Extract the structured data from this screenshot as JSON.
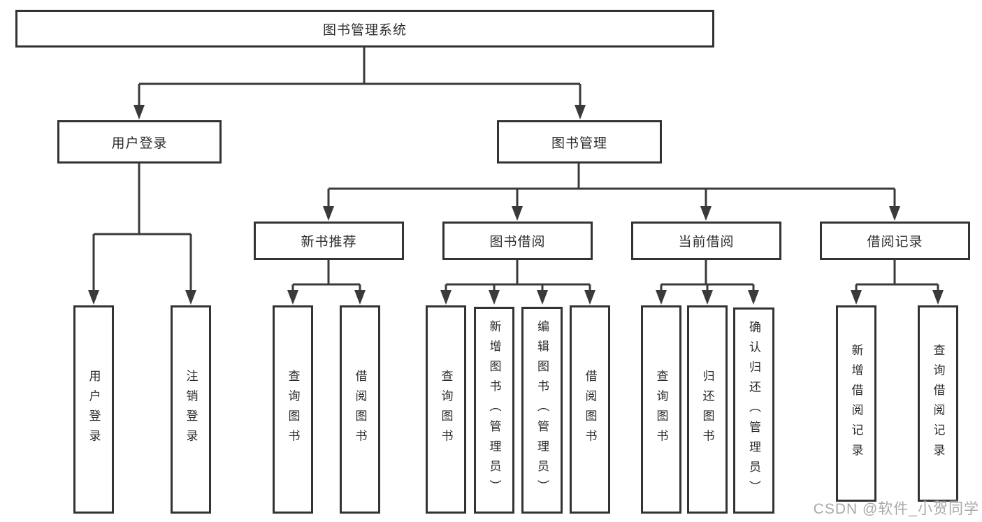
{
  "title": "图书管理系统",
  "tree": {
    "root": "图书管理系统",
    "branches": [
      {
        "label": "用户登录",
        "children": [
          "用户登录",
          "注销登录"
        ]
      },
      {
        "label": "图书管理",
        "groups": [
          {
            "label": "新书推荐",
            "children": [
              "查询图书",
              "借阅图书"
            ]
          },
          {
            "label": "图书借阅",
            "children": [
              "查询图书",
              "新增图书（管理员）",
              "编辑图书（管理员）",
              "借阅图书"
            ]
          },
          {
            "label": "当前借阅",
            "children": [
              "查询图书",
              "归还图书",
              "确认归还（管理员）"
            ]
          },
          {
            "label": "借阅记录",
            "children": [
              "新增借阅记录",
              "查询借阅记录"
            ]
          }
        ]
      }
    ]
  },
  "watermark": "CSDN @软件_小贺同学",
  "colors": {
    "border": "#333333",
    "line": "#3a3a3a",
    "text": "#2d2d2d",
    "watermark": "#a9a9a9",
    "bg": "#ffffff"
  }
}
